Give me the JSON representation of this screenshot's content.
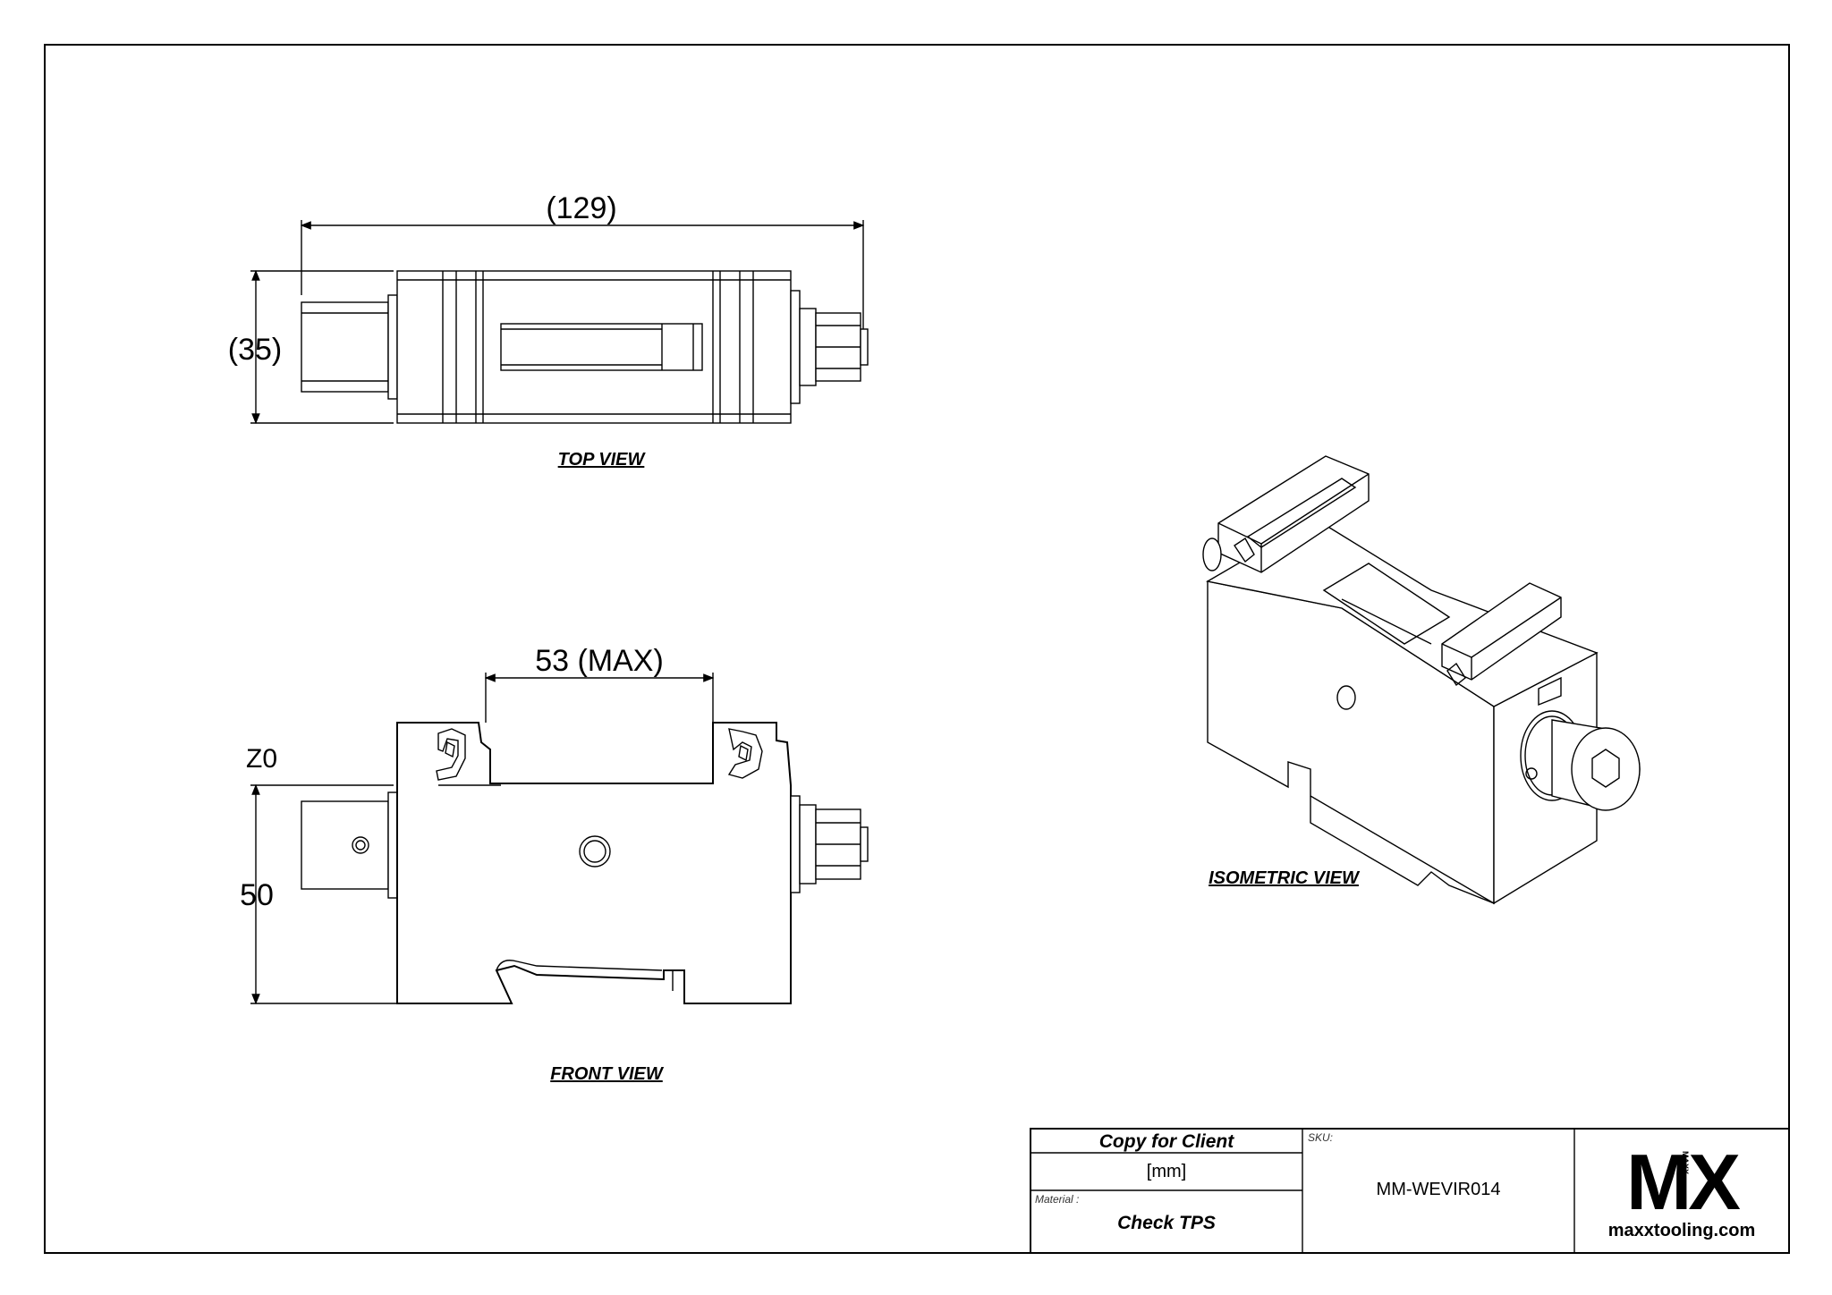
{
  "views": {
    "top": {
      "label": "TOP VIEW",
      "dim_length": "(129)",
      "dim_width": "(35)"
    },
    "front": {
      "label": "FRONT VIEW",
      "dim_opening": "53 (MAX)",
      "dim_height": "50",
      "z_marker": "Z0"
    },
    "isometric": {
      "label": "ISOMETRIC VIEW"
    }
  },
  "title_block": {
    "copy_label": "Copy for Client",
    "units": "[mm]",
    "material_caption": "Material :",
    "material_value": "Check TPS",
    "sku_caption": "SKU:",
    "sku_value": "MM-WEVIR014",
    "logo_text": "MX",
    "logo_sub": "MAXX",
    "website": "maxxtooling.com"
  }
}
